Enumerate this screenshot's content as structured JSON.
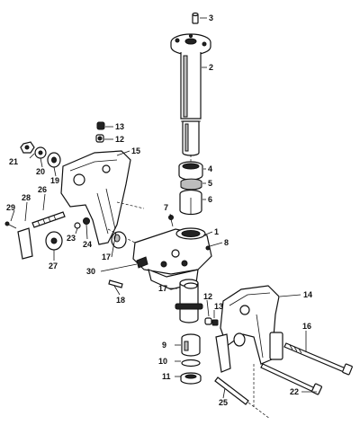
{
  "diagram": {
    "callouts": [
      {
        "id": "c1",
        "text": "1"
      },
      {
        "id": "c2",
        "text": "2"
      },
      {
        "id": "c3",
        "text": "3"
      },
      {
        "id": "c4",
        "text": "4"
      },
      {
        "id": "c5",
        "text": "5"
      },
      {
        "id": "c6",
        "text": "6"
      },
      {
        "id": "c7",
        "text": "7"
      },
      {
        "id": "c8",
        "text": "8"
      },
      {
        "id": "c9",
        "text": "9"
      },
      {
        "id": "c10",
        "text": "10"
      },
      {
        "id": "c11",
        "text": "11"
      },
      {
        "id": "c12a",
        "text": "12"
      },
      {
        "id": "c12b",
        "text": "12"
      },
      {
        "id": "c13a",
        "text": "13"
      },
      {
        "id": "c13b",
        "text": "13"
      },
      {
        "id": "c14",
        "text": "14"
      },
      {
        "id": "c15",
        "text": "15"
      },
      {
        "id": "c16",
        "text": "16"
      },
      {
        "id": "c17a",
        "text": "17"
      },
      {
        "id": "c17b",
        "text": "17"
      },
      {
        "id": "c18",
        "text": "18"
      },
      {
        "id": "c19",
        "text": "19"
      },
      {
        "id": "c20",
        "text": "20"
      },
      {
        "id": "c21",
        "text": "21"
      },
      {
        "id": "c22",
        "text": "22"
      },
      {
        "id": "c23",
        "text": "23"
      },
      {
        "id": "c24",
        "text": "24"
      },
      {
        "id": "c25",
        "text": "25"
      },
      {
        "id": "c26",
        "text": "26"
      },
      {
        "id": "c27",
        "text": "27"
      },
      {
        "id": "c28",
        "text": "28"
      },
      {
        "id": "c29",
        "text": "29"
      },
      {
        "id": "c30",
        "text": "30"
      }
    ]
  }
}
